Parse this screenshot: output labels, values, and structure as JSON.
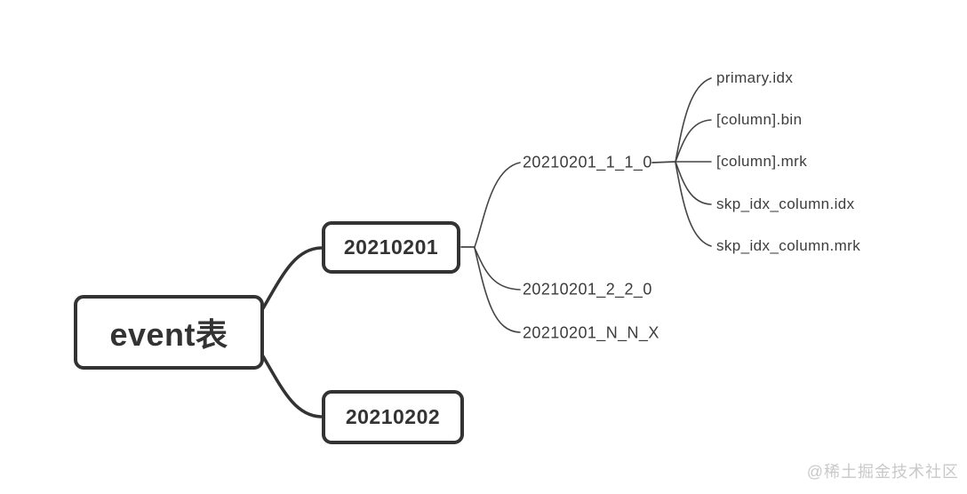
{
  "tree": {
    "root": {
      "label": "event表"
    },
    "branches": [
      {
        "label": "20210201",
        "parts": [
          {
            "label": "20210201_1_1_0",
            "files": [
              {
                "label": "primary.idx"
              },
              {
                "label": "[column].bin"
              },
              {
                "label": "[column].mrk"
              },
              {
                "label": "skp_idx_column.idx"
              },
              {
                "label": "skp_idx_column.mrk"
              }
            ]
          },
          {
            "label": "20210201_2_2_0",
            "files": []
          },
          {
            "label": "20210201_N_N_X",
            "files": []
          }
        ]
      },
      {
        "label": "20210202",
        "parts": []
      }
    ]
  },
  "watermark": {
    "text": "@稀土掘金技术社区"
  },
  "colors": {
    "background": "#ffffff",
    "box_border": "#333333",
    "node_text": "#333333",
    "leaf_text": "#3d3d3d",
    "edge_thick": "#333333",
    "edge_thin": "#454545",
    "watermark": "#c9c9c9"
  }
}
